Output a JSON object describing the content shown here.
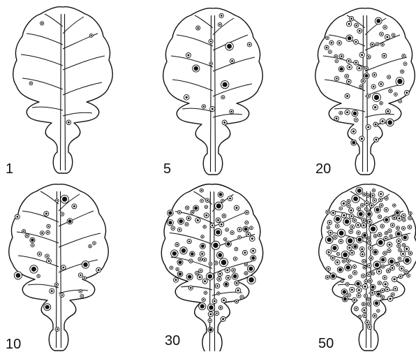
{
  "panels": [
    {
      "label": "1",
      "severity": 1
    },
    {
      "label": "5",
      "severity": 5
    },
    {
      "label": "20",
      "severity": 20
    },
    {
      "label": "10",
      "severity": 10
    },
    {
      "label": "30",
      "severity": 30
    },
    {
      "label": "50",
      "severity": 50
    }
  ],
  "colors": {
    "ink": "#111111",
    "paper": "#ffffff"
  },
  "icons": {
    "leaf": "leaf-icon",
    "lesion": "lesion-spot-icon"
  }
}
